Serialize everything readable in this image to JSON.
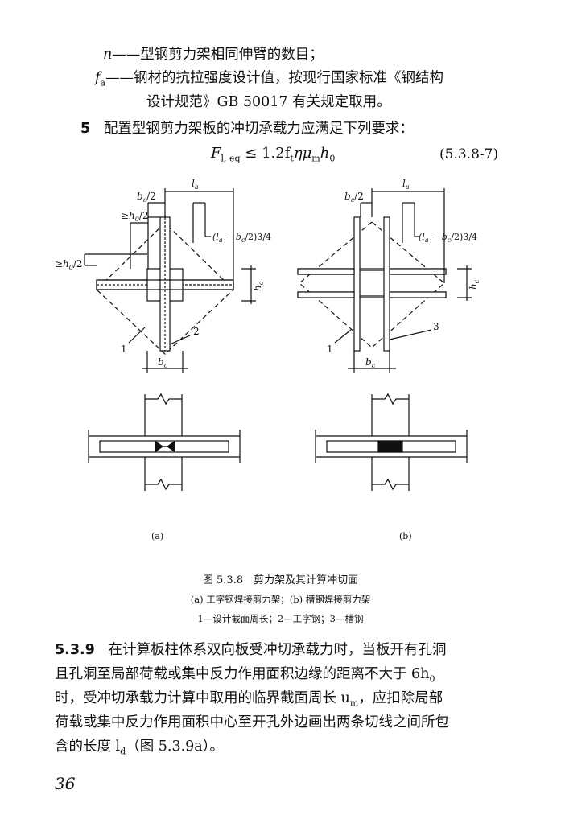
{
  "defs": {
    "n_sym": "n",
    "n_text": "——型钢剪力架相同伸臂的数目；",
    "fa_sym": "f",
    "fa_sub": "a",
    "fa_text": "——钢材的抗拉强度设计值，按现行国家标准《钢结构",
    "fa_text2": "设计规范》GB 50017 有关规定取用。"
  },
  "item5": {
    "num": "5",
    "text": "配置型钢剪力架板的冲切承载力应满足下列要求：",
    "formula": "F",
    "formula_sub": "l, eq",
    "formula_rest": " ≤ 1.2f",
    "formula_sub2": "t",
    "formula_rest2": "ημ",
    "formula_sub3": "m",
    "formula_rest3": "h",
    "formula_sub4": "0",
    "eqno": "(5.3.8-7)"
  },
  "figure": {
    "label_a": "(a)",
    "label_b": "(b)",
    "la": "l",
    "la_sub": "a",
    "bc2": "b",
    "bc2_sub": "c",
    "bc2_rest": "/2",
    "h0_2": "≥h",
    "h0_sub": "0",
    "h0_rest": "/2",
    "expr": "(l",
    "expr_sub": "a",
    "expr_mid": " − b",
    "expr_sub2": "c",
    "expr_rest": "/2)3/4",
    "hc": "h",
    "hc_sub": "c",
    "bc": "b",
    "bc_sub": "c",
    "n1": "1",
    "n2": "2",
    "n3": "3",
    "title": "图 5.3.8　剪力架及其计算冲切面",
    "sub1": "(a) 工字钢焊接剪力架；(b) 槽钢焊接剪力架",
    "sub2": "1—设计截面周长；2—工字钢；3—槽钢"
  },
  "clause539": {
    "num": "5.3.9",
    "line1": "在计算板柱体系双向板受冲切承载力时，当板开有孔洞",
    "line2a": "且孔洞至局部荷载或集中反力作用面积边缘的距离不大于 6h",
    "line2_sub": "0",
    "line3": "时，受冲切承载力计算中取用的临界截面周长 u",
    "line3_sub": "m",
    "line3b": "，应扣除局部",
    "line4": "荷载或集中反力作用面积中心至开孔外边画出两条切线之间所包",
    "line5a": "含的长度 l",
    "line5_sub": "d",
    "line5b": "（图 5.3.9a）。"
  },
  "page": {
    "number": "36"
  }
}
